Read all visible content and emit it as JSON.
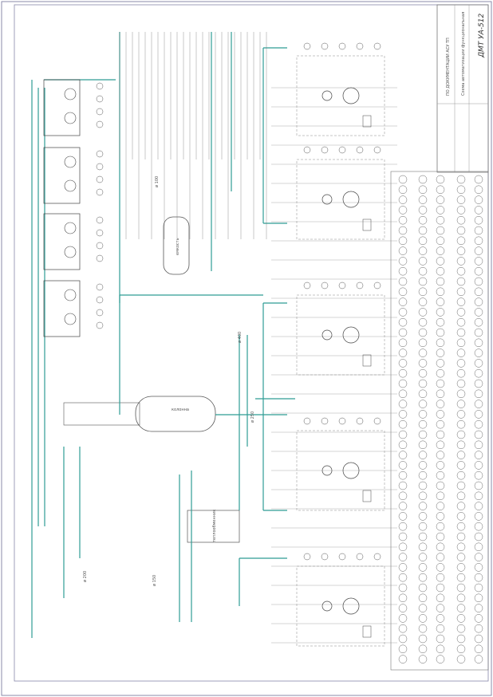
{
  "title_block": {
    "drawing_code": "ДМТ УА-512",
    "organization": "ПО ДОКУМЕНТАЦИИ АСУ ТП",
    "sheet_title": "Схема автоматизации функциональная"
  },
  "vessels": {
    "column_label": "колонна",
    "separator_label": "емкость",
    "exchanger_label": "теплообменник"
  },
  "pipe_diameters": [
    "ø 400",
    "ø 250",
    "ø 200",
    "ø 150",
    "ø 100"
  ],
  "colors": {
    "pipe": "#2f9c95",
    "line": "#777777",
    "frame": "#8888aa"
  }
}
